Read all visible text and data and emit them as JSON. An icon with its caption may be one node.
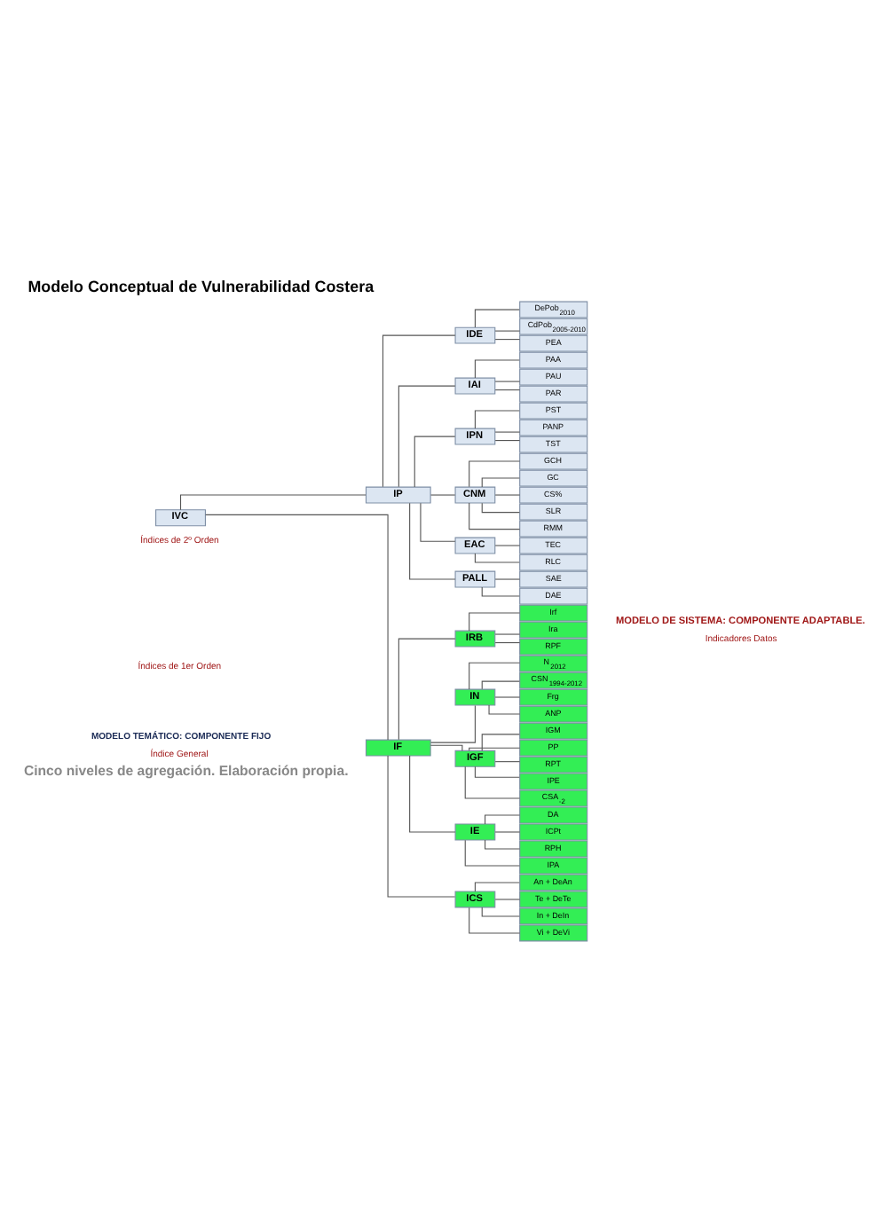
{
  "diagram": {
    "title": "Modelo Conceptual de Vulnerabilidad Costera",
    "nodes": [
      {
        "text": [
          "IVC"
        ]
      },
      {
        "text": [
          "IP"
        ]
      },
      {
        "text": [
          "IDE"
        ]
      },
      {
        "text": [
          "DePob$_{2010}$"
        ]
      },
      {
        "text": [
          "CdPob$_{2005-2010}$"
        ]
      },
      {
        "text": [
          "PEA"
        ]
      },
      {
        "text": [
          "IAI"
        ]
      },
      {
        "text": [
          "PAA"
        ]
      },
      {
        "text": [
          "PAU"
        ]
      },
      {
        "text": [
          "PAR"
        ]
      },
      {
        "text": [
          "IPN"
        ]
      },
      {
        "text": [
          "PST"
        ]
      },
      {
        "text": [
          "PANP"
        ]
      },
      {
        "text": [
          "TST"
        ]
      },
      {
        "text": [
          "CNM"
        ]
      },
      {
        "text": [
          "GCH"
        ]
      },
      {
        "text": [
          "GC"
        ]
      },
      {
        "text": [
          "CS%"
        ]
      },
      {
        "text": [
          "SLR"
        ]
      },
      {
        "text": [
          "RMM"
        ]
      },
      {
        "text": [
          "EAC"
        ]
      },
      {
        "text": [
          "TEC"
        ]
      },
      {
        "text": [
          "RLC"
        ]
      },
      {
        "text": [
          "PALL"
        ]
      },
      {
        "text": [
          "SAE"
        ]
      },
      {
        "text": [
          "DAE"
        ]
      },
      {
        "text": [
          "IF"
        ]
      },
      {
        "text": [
          "IRB"
        ]
      },
      {
        "text": [
          "Irf"
        ]
      },
      {
        "text": [
          "Ira"
        ]
      },
      {
        "text": [
          "RPF"
        ]
      },
      {
        "text": [
          "IN"
        ]
      },
      {
        "text": [
          "N$_{2012}$"
        ]
      },
      {
        "text": [
          "CSN$_{1994-2012}$"
        ]
      },
      {
        "text": [
          "Frg"
        ]
      },
      {
        "text": [
          "ANP"
        ]
      },
      {
        "text": [
          "IGF"
        ]
      },
      {
        "text": [
          "IGM"
        ]
      },
      {
        "text": [
          "PP"
        ]
      },
      {
        "text": [
          "RPT"
        ]
      },
      {
        "text": [
          "IPE"
        ]
      },
      {
        "text": [
          "CSA$_{-2}$"
        ]
      },
      {
        "text": [
          "IE"
        ]
      },
      {
        "text": [
          "DA"
        ]
      },
      {
        "text": [
          "ICPt"
        ]
      },
      {
        "text": [
          "RPH"
        ]
      },
      {
        "text": [
          "IPA"
        ]
      },
      {
        "text": [
          "ICS"
        ]
      },
      {
        "text": [
          "An + DeAn"
        ]
      },
      {
        "text": [
          "Te + DeTe"
        ]
      },
      {
        "text": [
          "In + DeIn"
        ]
      },
      {
        "text": [
          "Vi + DeVi"
        ]
      }
    ],
    "edges": [
      {
        "from": 0,
        "to": 1,
        "arrow": "none"
      },
      {
        "from": 1,
        "to": 2,
        "arrow": "none"
      },
      {
        "from": 2,
        "to": 3,
        "arrow": "none"
      },
      {
        "from": 2,
        "to": 4,
        "arrow": "none"
      },
      {
        "from": 2,
        "to": 5,
        "arrow": "none"
      },
      {
        "from": 1,
        "to": 6,
        "arrow": "none"
      },
      {
        "from": 6,
        "to": 7,
        "arrow": "none"
      },
      {
        "from": 6,
        "to": 8,
        "arrow": "none"
      },
      {
        "from": 6,
        "to": 9,
        "arrow": "none"
      },
      {
        "from": 1,
        "to": 10,
        "arrow": "none"
      },
      {
        "from": 10,
        "to": 11,
        "arrow": "none"
      },
      {
        "from": 10,
        "to": 12,
        "arrow": "none"
      },
      {
        "from": 10,
        "to": 13,
        "arrow": "none"
      },
      {
        "from": 1,
        "to": 14,
        "arrow": "none"
      },
      {
        "from": 14,
        "to": 15,
        "arrow": "none"
      },
      {
        "from": 14,
        "to": 16,
        "arrow": "none"
      },
      {
        "from": 14,
        "to": 17,
        "arrow": "none"
      },
      {
        "from": 14,
        "to": 18,
        "arrow": "none"
      },
      {
        "from": 14,
        "to": 19,
        "arrow": "none"
      },
      {
        "from": 1,
        "to": 20,
        "arrow": "none"
      },
      {
        "from": 20,
        "to": 21,
        "arrow": "none"
      },
      {
        "from": 20,
        "to": 22,
        "arrow": "none"
      },
      {
        "from": 1,
        "to": 23,
        "arrow": "none"
      },
      {
        "from": 23,
        "to": 24,
        "arrow": "none"
      },
      {
        "from": 23,
        "to": 25,
        "arrow": "none"
      },
      {
        "from": 0,
        "to": 26,
        "arrow": "none"
      },
      {
        "from": 26,
        "to": 27,
        "arrow": "none"
      },
      {
        "from": 27,
        "to": 28,
        "arrow": "none"
      },
      {
        "from": 27,
        "to": 29,
        "arrow": "none"
      },
      {
        "from": 27,
        "to": 30,
        "arrow": "none"
      },
      {
        "from": 26,
        "to": 31,
        "arrow": "none"
      },
      {
        "from": 31,
        "to": 32,
        "arrow": "none"
      },
      {
        "from": 31,
        "to": 33,
        "arrow": "none"
      },
      {
        "from": 31,
        "to": 34,
        "arrow": "none"
      },
      {
        "from": 31,
        "to": 35,
        "arrow": "none"
      },
      {
        "from": 26,
        "to": 36,
        "arrow": "none"
      },
      {
        "from": 36,
        "to": 37,
        "arrow": "none"
      },
      {
        "from": 36,
        "to": 38,
        "arrow": "none"
      },
      {
        "from": 36,
        "to": 39,
        "arrow": "none"
      },
      {
        "from": 36,
        "to": 40,
        "arrow": "none"
      },
      {
        "from": 36,
        "to": 41,
        "arrow": "none"
      },
      {
        "from": 26,
        "to": 42,
        "arrow": "none"
      },
      {
        "from": 42,
        "to": 43,
        "arrow": "none"
      },
      {
        "from": 42,
        "to": 44,
        "arrow": "none"
      },
      {
        "from": 42,
        "to": 45,
        "arrow": "none"
      },
      {
        "from": 42,
        "to": 46,
        "arrow": "none"
      },
      {
        "from": 26,
        "to": 47,
        "arrow": "none"
      },
      {
        "from": 47,
        "to": 48,
        "arrow": "none"
      },
      {
        "from": 47,
        "to": 49,
        "arrow": "none"
      },
      {
        "from": 47,
        "to": 50,
        "arrow": "none"
      },
      {
        "from": 47,
        "to": 51,
        "arrow": "none"
      }
    ],
    "labels": [
      "Índice General",
      "Índices de 1er Orden",
      "Índices de 2º Orden",
      "Cinco niveles de agregación. Elaboración propia.",
      "MODELO TEMÁTICO: COMPONENTE FIJO",
      "MODELO DE SISTEMA: COMPONENTE ADAPTABLE.",
      "Indicadores Datos"
    ]
  }
}
